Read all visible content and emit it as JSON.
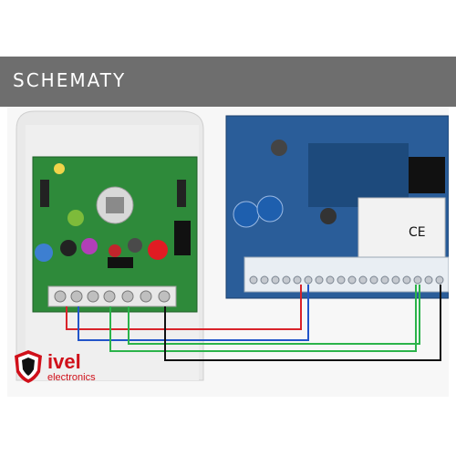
{
  "header": {
    "title": "SCHEMATY"
  },
  "brand": {
    "name": "ivel",
    "tagline": "electronics",
    "color": "#d0101a"
  },
  "colors": {
    "header_bg": "#6e6e6e",
    "pcb_green": "#2e8a3a",
    "pcb_blue": "#2a5d99",
    "wire_red": "#d9232a",
    "wire_blue": "#2255c9",
    "wire_green": "#2bb34a",
    "wire_black": "#111111"
  }
}
